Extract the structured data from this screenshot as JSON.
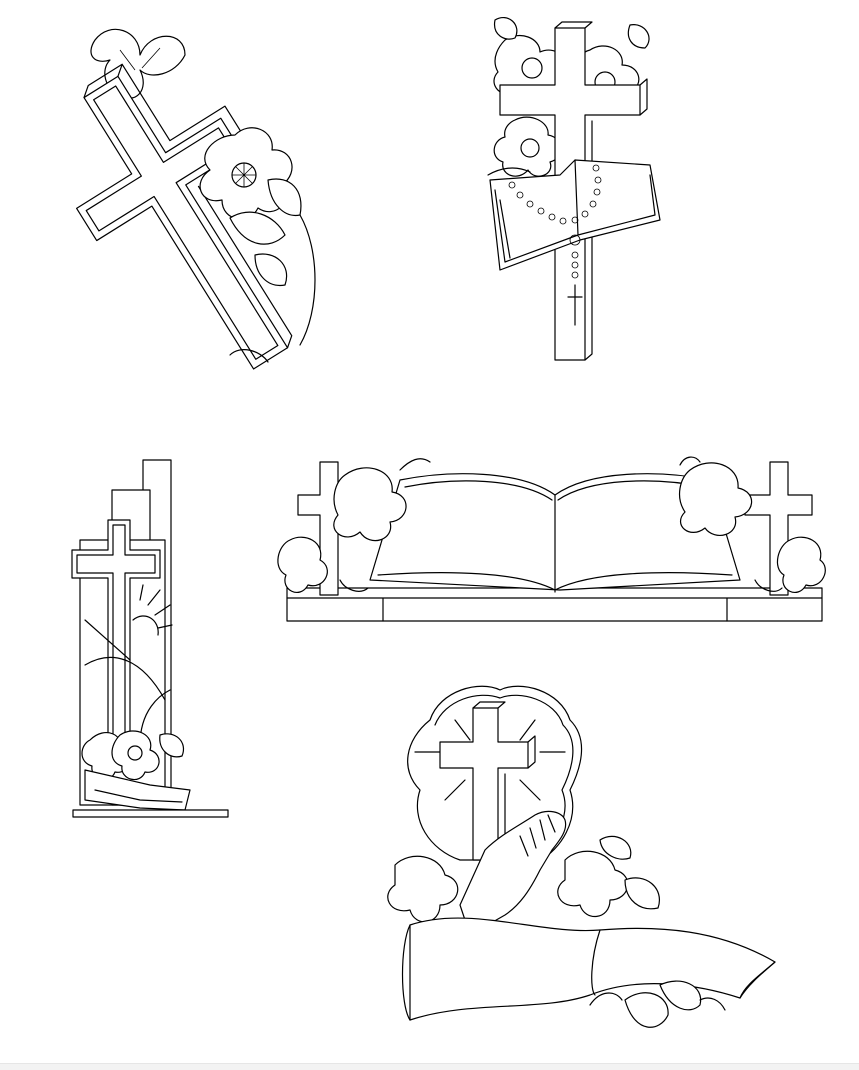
{
  "canvas": {
    "background": "#ffffff",
    "line_color": "#000000"
  },
  "motifs": [
    {
      "id": "tilted-cross-flowers",
      "icon": "cross-with-flower-icon"
    },
    {
      "id": "cross-bible-rosary",
      "icon": "cross-bible-rosary-icon"
    },
    {
      "id": "crosses-sunrise-panel",
      "icon": "stacked-crosses-sunrise-icon"
    },
    {
      "id": "open-book-crosses-panel",
      "icon": "open-book-with-crosses-icon"
    },
    {
      "id": "praying-hands-cross-banner",
      "icon": "praying-hands-cross-icon"
    }
  ]
}
